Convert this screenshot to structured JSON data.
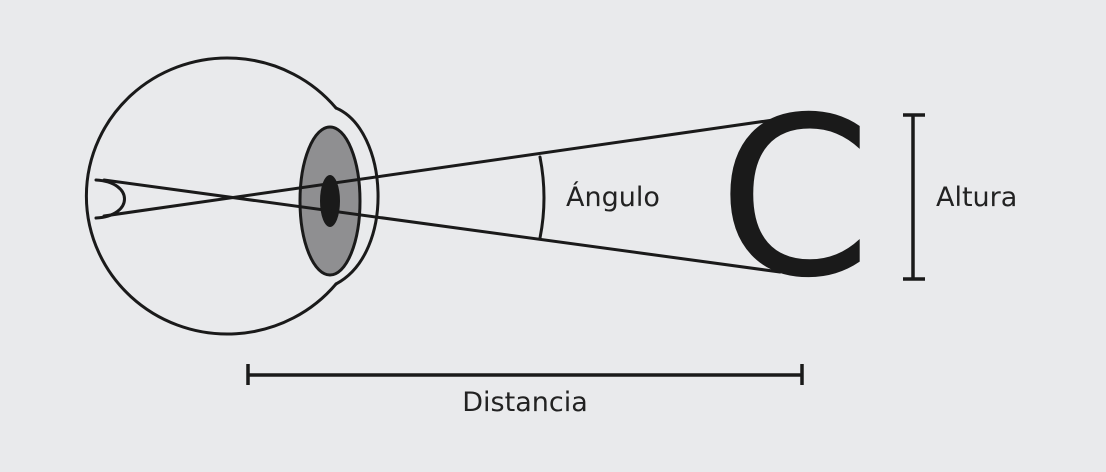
{
  "diagram": {
    "labels": {
      "angle": "Ángulo",
      "height": "Altura",
      "distance": "Distancia"
    },
    "target_letter": "C"
  },
  "colors": {
    "background": "#e9eaec",
    "ink": "#1a1a1a",
    "iris": "#8f8f91",
    "pupil": "#1a1a1a"
  }
}
